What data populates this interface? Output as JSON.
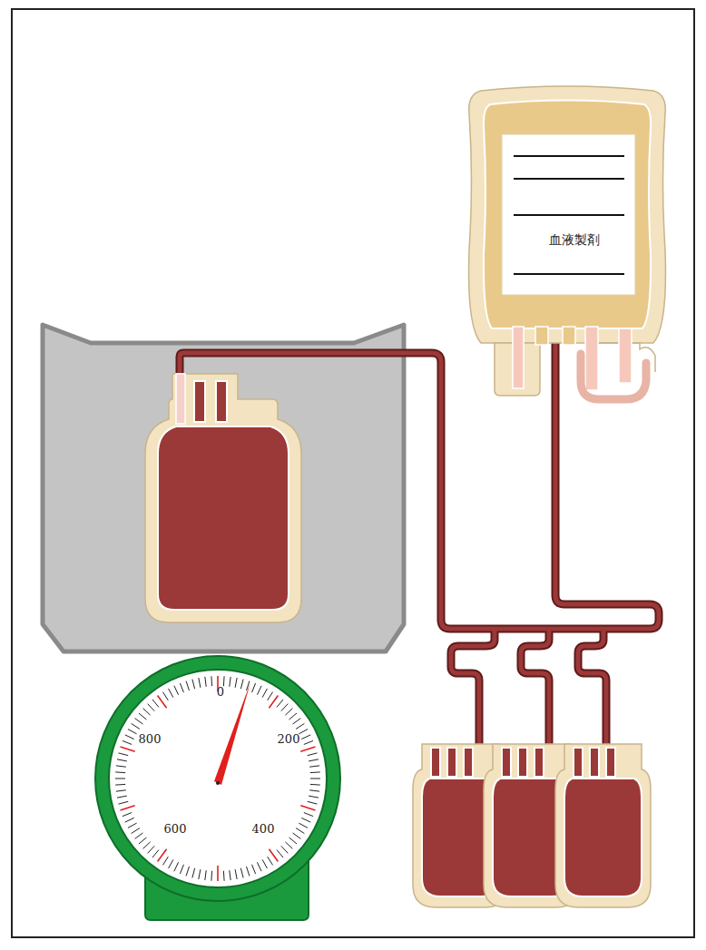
{
  "diagram": {
    "nodes": [
      {
        "text": [
          "血液製剤"
        ]
      }
    ],
    "labels": [
      "0",
      "200",
      "400",
      "600",
      "800"
    ]
  }
}
